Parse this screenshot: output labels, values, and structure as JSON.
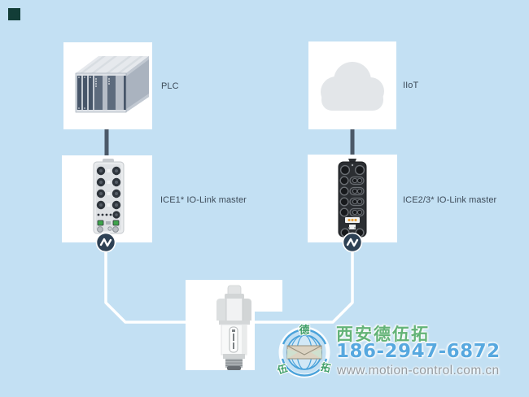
{
  "diagram": {
    "nodes": {
      "plc": {
        "label": "PLC"
      },
      "iiot": {
        "label": "IIoT"
      },
      "ice1": {
        "label": "ICE1* IO-Link master"
      },
      "ice23": {
        "label": "ICE2/3* IO-Link master"
      },
      "sensor": {
        "label": ""
      }
    },
    "icons": [
      "io-link-badge-left",
      "io-link-badge-right"
    ],
    "colors": {
      "background": "#c3e0f3",
      "node_background": "#ffffff",
      "label_text": "#3e4c5a",
      "bus_connector": "#4b5968",
      "iolink_connector": "#ffffff",
      "iolink_badge": "#2e4154",
      "led_green": "#3ea44c"
    }
  },
  "watermark": {
    "company": "西安德伍拓",
    "phone": "186-2947-6872",
    "website": "www.motion-control.com.cn",
    "logo_char_top": "德",
    "logo_char_left": "伍",
    "logo_char_right": "拓",
    "colors": {
      "company_text": "#63b377",
      "phone_text": "#57a8df",
      "website_text": "#959ba0",
      "logo_ring": "#4aa2da"
    }
  }
}
